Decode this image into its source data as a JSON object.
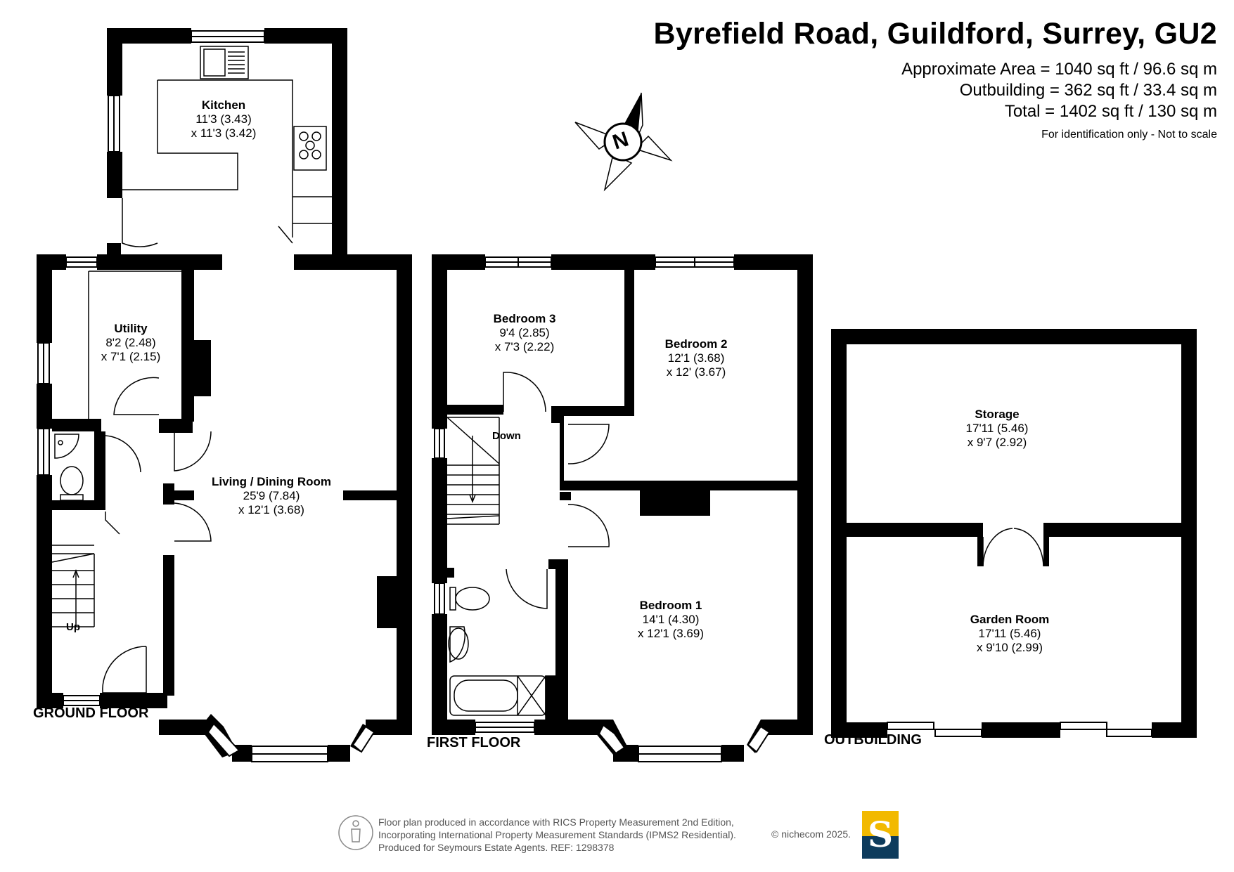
{
  "header": {
    "title": "Byrefield Road, Guildford, Surrey, GU2",
    "approx_area": "Approximate Area = 1040 sq ft / 96.6 sq m",
    "outbuilding_area": "Outbuilding = 362 sq ft / 33.4 sq m",
    "total_area": "Total = 1402 sq ft / 130 sq m",
    "disclaimer": "For identification only - Not to scale"
  },
  "compass": {
    "letter": "N"
  },
  "floors": {
    "ground": "GROUND FLOOR",
    "first": "FIRST FLOOR",
    "outbuilding": "OUTBUILDING"
  },
  "rooms": {
    "kitchen": {
      "name": "Kitchen",
      "dim1": "11'3 (3.43)",
      "dim2": "x 11'3 (3.42)"
    },
    "utility": {
      "name": "Utility",
      "dim1": "8'2 (2.48)",
      "dim2": "x 7'1 (2.15)"
    },
    "living": {
      "name": "Living / Dining Room",
      "dim1": "25'9 (7.84)",
      "dim2": "x 12'1 (3.68)"
    },
    "bedroom3": {
      "name": "Bedroom 3",
      "dim1": "9'4 (2.85)",
      "dim2": "x 7'3 (2.22)"
    },
    "bedroom2": {
      "name": "Bedroom 2",
      "dim1": "12'1 (3.68)",
      "dim2": "x 12' (3.67)"
    },
    "bedroom1": {
      "name": "Bedroom 1",
      "dim1": "14'1 (4.30)",
      "dim2": "x 12'1 (3.69)"
    },
    "storage": {
      "name": "Storage",
      "dim1": "17'11 (5.46)",
      "dim2": "x 9'7 (2.92)"
    },
    "garden_room": {
      "name": "Garden Room",
      "dim1": "17'11 (5.46)",
      "dim2": "x 9'10 (2.99)"
    }
  },
  "labels": {
    "up": "Up",
    "down": "Down"
  },
  "footer": {
    "line1": "Floor plan produced in accordance with RICS Property Measurement 2nd Edition,",
    "line2": "Incorporating International Property Measurement Standards (IPMS2 Residential).",
    "line3": "Produced for Seymours Estate Agents.   REF: 1298378",
    "copyright": "© nichecom 2025.",
    "logo_letter": "S"
  },
  "colors": {
    "wall": "#000000",
    "logo_gold": "#f2b900",
    "logo_navy": "#0d3b5c"
  }
}
